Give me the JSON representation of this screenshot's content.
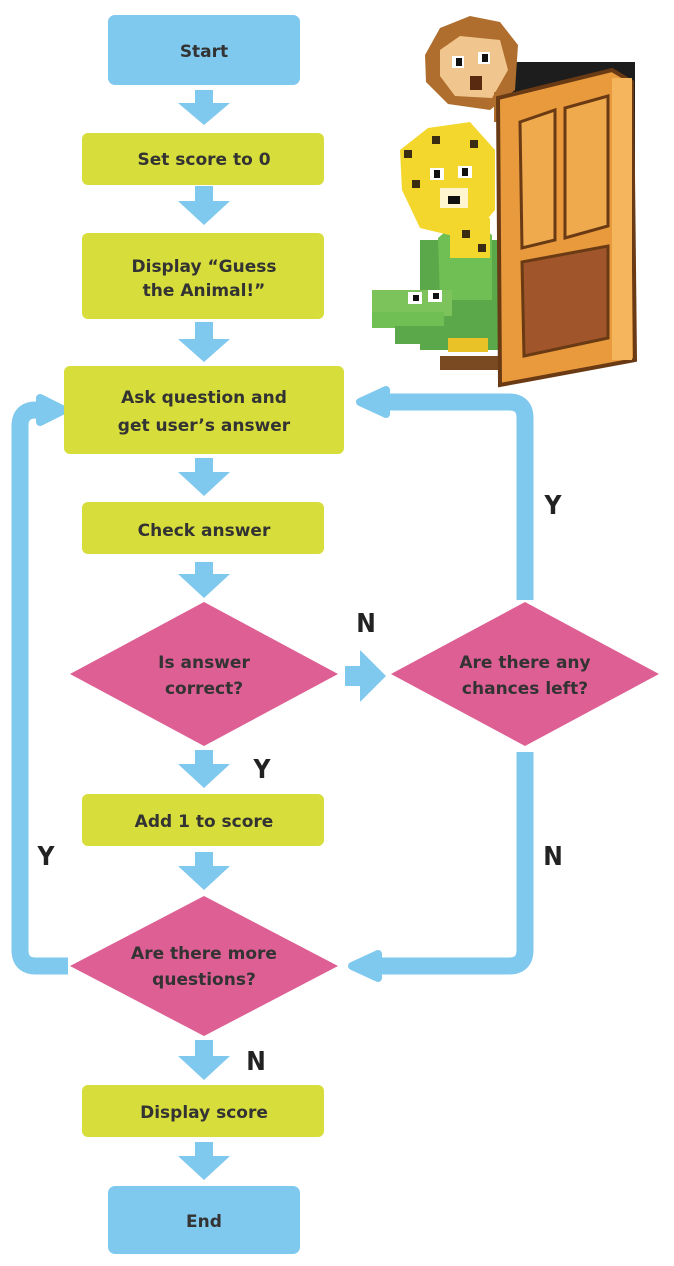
{
  "colors": {
    "terminal": "#7fc8ee",
    "process": "#d7dd3a",
    "decision": "#dd5f93",
    "arrow": "#7fc8ee",
    "text": "#333333"
  },
  "nodes": {
    "start": "Start",
    "set_score": "Set score to 0",
    "display_title_l1": "Display “Guess",
    "display_title_l2": "the Animal!”",
    "ask_l1": "Ask question and",
    "ask_l2": "get user’s answer",
    "check": "Check answer",
    "correct_l1": "Is answer",
    "correct_l2": "correct?",
    "chances_l1": "Are there any",
    "chances_l2": "chances left?",
    "add_score": "Add 1 to score",
    "more_l1": "Are there more",
    "more_l2": "questions?",
    "display_score": "Display score",
    "end": "End"
  },
  "labels": {
    "correct_no": "N",
    "correct_yes": "Y",
    "chances_yes": "Y",
    "chances_no": "N",
    "more_yes": "Y",
    "more_no": "N"
  },
  "illustration": {
    "subjects": [
      "monkey",
      "leopard",
      "crocodile",
      "door"
    ]
  }
}
